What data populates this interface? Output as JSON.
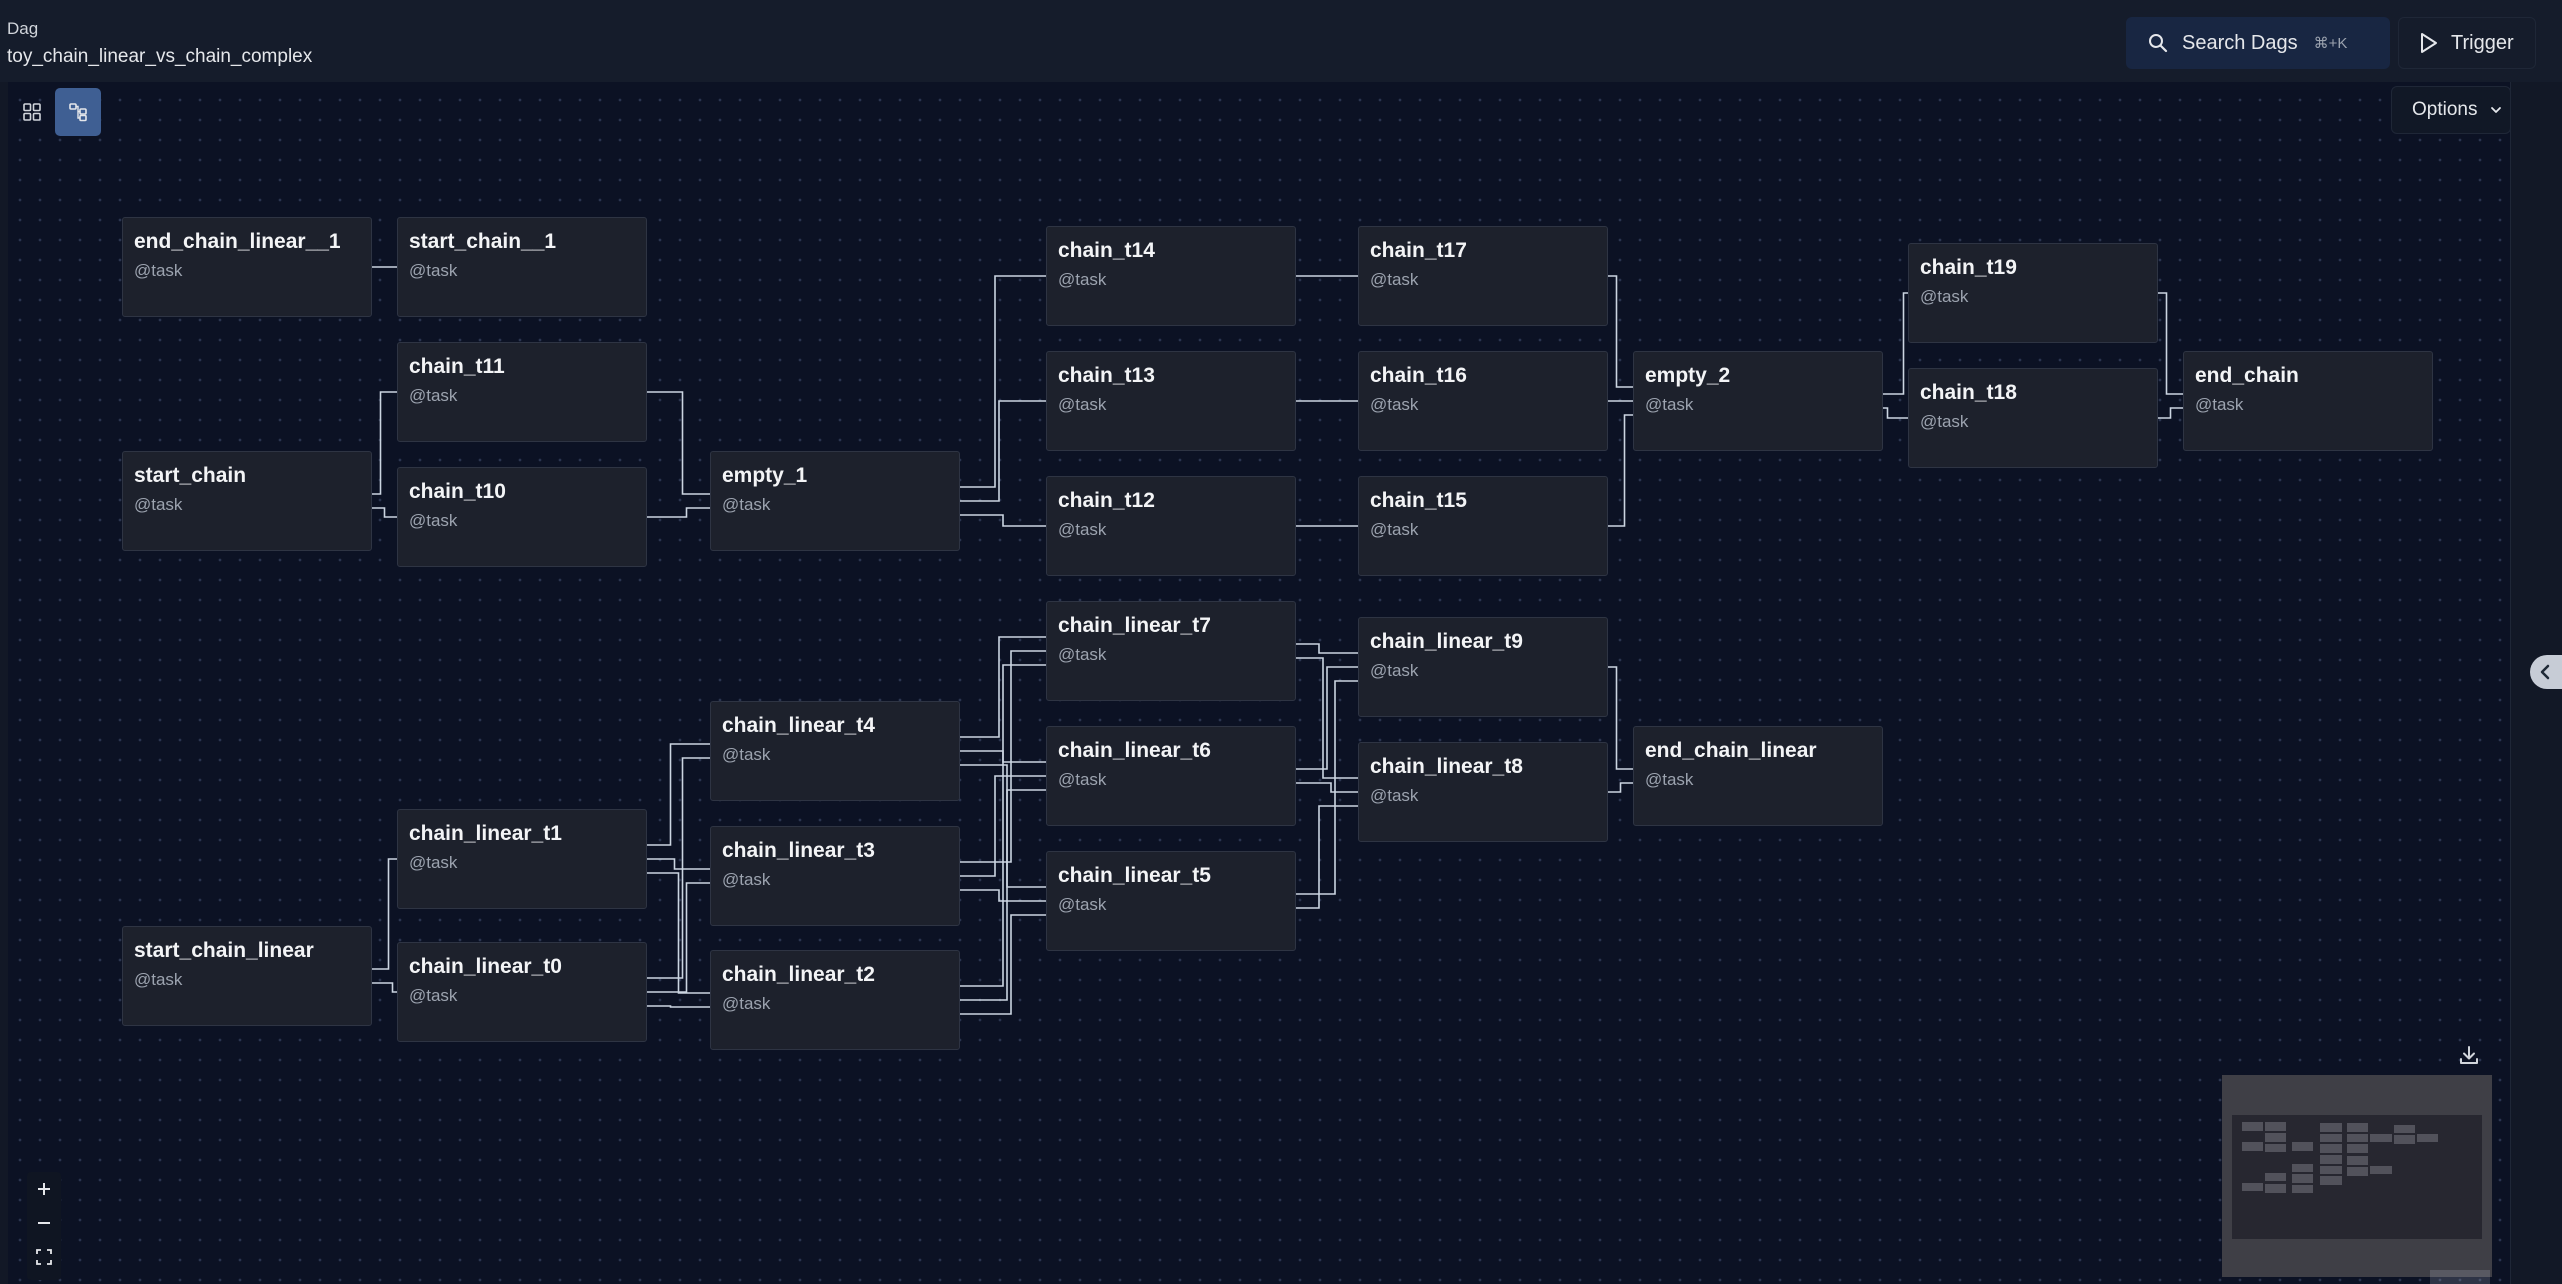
{
  "header": {
    "kicker": "Dag",
    "dag_id": "toy_chain_linear_vs_chain_complex",
    "search_label": "Search Dags",
    "search_shortcut": "⌘+K",
    "trigger_label": "Trigger"
  },
  "toolbar": {
    "options_label": "Options",
    "views": [
      {
        "name": "grid-view",
        "icon": "grid-icon",
        "active": false
      },
      {
        "name": "graph-view",
        "icon": "graph-icon",
        "active": true
      }
    ]
  },
  "graph": {
    "nodes": [
      {
        "id": "end_chain_linear__1",
        "label": "end_chain_linear__1",
        "type": "@task"
      },
      {
        "id": "start_chain__1",
        "label": "start_chain__1",
        "type": "@task"
      },
      {
        "id": "chain_t11",
        "label": "chain_t11",
        "type": "@task"
      },
      {
        "id": "start_chain",
        "label": "start_chain",
        "type": "@task"
      },
      {
        "id": "chain_t10",
        "label": "chain_t10",
        "type": "@task"
      },
      {
        "id": "empty_1",
        "label": "empty_1",
        "type": "@task"
      },
      {
        "id": "chain_t14",
        "label": "chain_t14",
        "type": "@task"
      },
      {
        "id": "chain_t13",
        "label": "chain_t13",
        "type": "@task"
      },
      {
        "id": "chain_t12",
        "label": "chain_t12",
        "type": "@task"
      },
      {
        "id": "chain_t17",
        "label": "chain_t17",
        "type": "@task"
      },
      {
        "id": "chain_t16",
        "label": "chain_t16",
        "type": "@task"
      },
      {
        "id": "chain_t15",
        "label": "chain_t15",
        "type": "@task"
      },
      {
        "id": "empty_2",
        "label": "empty_2",
        "type": "@task"
      },
      {
        "id": "chain_t19",
        "label": "chain_t19",
        "type": "@task"
      },
      {
        "id": "chain_t18",
        "label": "chain_t18",
        "type": "@task"
      },
      {
        "id": "end_chain",
        "label": "end_chain",
        "type": "@task"
      },
      {
        "id": "chain_linear_t7",
        "label": "chain_linear_t7",
        "type": "@task"
      },
      {
        "id": "chain_linear_t9",
        "label": "chain_linear_t9",
        "type": "@task"
      },
      {
        "id": "chain_linear_t4",
        "label": "chain_linear_t4",
        "type": "@task"
      },
      {
        "id": "chain_linear_t6",
        "label": "chain_linear_t6",
        "type": "@task"
      },
      {
        "id": "chain_linear_t8",
        "label": "chain_linear_t8",
        "type": "@task"
      },
      {
        "id": "end_chain_linear",
        "label": "end_chain_linear",
        "type": "@task"
      },
      {
        "id": "chain_linear_t1",
        "label": "chain_linear_t1",
        "type": "@task"
      },
      {
        "id": "chain_linear_t3",
        "label": "chain_linear_t3",
        "type": "@task"
      },
      {
        "id": "chain_linear_t5",
        "label": "chain_linear_t5",
        "type": "@task"
      },
      {
        "id": "start_chain_linear",
        "label": "start_chain_linear",
        "type": "@task"
      },
      {
        "id": "chain_linear_t0",
        "label": "chain_linear_t0",
        "type": "@task"
      },
      {
        "id": "chain_linear_t2",
        "label": "chain_linear_t2",
        "type": "@task"
      }
    ],
    "edges": [
      [
        "end_chain_linear__1",
        "start_chain__1"
      ],
      [
        "start_chain",
        "chain_t11"
      ],
      [
        "start_chain",
        "chain_t10"
      ],
      [
        "chain_t11",
        "empty_1"
      ],
      [
        "chain_t10",
        "empty_1"
      ],
      [
        "empty_1",
        "chain_t14"
      ],
      [
        "empty_1",
        "chain_t13"
      ],
      [
        "empty_1",
        "chain_t12"
      ],
      [
        "chain_t14",
        "chain_t17"
      ],
      [
        "chain_t13",
        "chain_t16"
      ],
      [
        "chain_t12",
        "chain_t15"
      ],
      [
        "chain_t17",
        "empty_2"
      ],
      [
        "chain_t16",
        "empty_2"
      ],
      [
        "chain_t15",
        "empty_2"
      ],
      [
        "empty_2",
        "chain_t19"
      ],
      [
        "empty_2",
        "chain_t18"
      ],
      [
        "chain_t19",
        "end_chain"
      ],
      [
        "chain_t18",
        "end_chain"
      ],
      [
        "start_chain_linear",
        "chain_linear_t1"
      ],
      [
        "start_chain_linear",
        "chain_linear_t0"
      ],
      [
        "chain_linear_t1",
        "chain_linear_t4"
      ],
      [
        "chain_linear_t1",
        "chain_linear_t3"
      ],
      [
        "chain_linear_t1",
        "chain_linear_t2"
      ],
      [
        "chain_linear_t0",
        "chain_linear_t4"
      ],
      [
        "chain_linear_t0",
        "chain_linear_t3"
      ],
      [
        "chain_linear_t0",
        "chain_linear_t2"
      ],
      [
        "chain_linear_t4",
        "chain_linear_t7"
      ],
      [
        "chain_linear_t4",
        "chain_linear_t6"
      ],
      [
        "chain_linear_t4",
        "chain_linear_t5"
      ],
      [
        "chain_linear_t3",
        "chain_linear_t7"
      ],
      [
        "chain_linear_t3",
        "chain_linear_t6"
      ],
      [
        "chain_linear_t3",
        "chain_linear_t5"
      ],
      [
        "chain_linear_t2",
        "chain_linear_t7"
      ],
      [
        "chain_linear_t2",
        "chain_linear_t6"
      ],
      [
        "chain_linear_t2",
        "chain_linear_t5"
      ],
      [
        "chain_linear_t7",
        "chain_linear_t9"
      ],
      [
        "chain_linear_t7",
        "chain_linear_t8"
      ],
      [
        "chain_linear_t6",
        "chain_linear_t9"
      ],
      [
        "chain_linear_t6",
        "chain_linear_t8"
      ],
      [
        "chain_linear_t5",
        "chain_linear_t9"
      ],
      [
        "chain_linear_t5",
        "chain_linear_t8"
      ],
      [
        "chain_linear_t9",
        "end_chain_linear"
      ],
      [
        "chain_linear_t8",
        "end_chain_linear"
      ]
    ]
  },
  "controls": {
    "zoom_in_icon": "plus-icon",
    "zoom_out_icon": "minus-icon",
    "fit_view_icon": "fit-view-icon",
    "download_icon": "download-icon"
  },
  "colors": {
    "canvas_bg": "#0c1224",
    "node_bg": "#1d212c",
    "edge": "#cbd5e1",
    "active_toggle": "#3f5f93"
  }
}
